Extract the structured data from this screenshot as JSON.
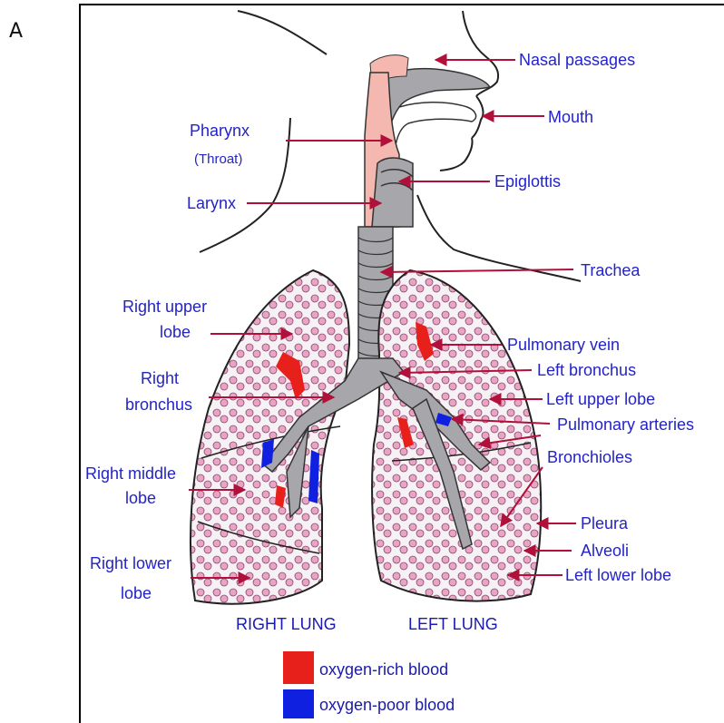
{
  "panel_letter": "A",
  "labels": {
    "nasal_passages": "Nasal passages",
    "mouth": "Mouth",
    "pharynx": "Pharynx",
    "throat": "(Throat)",
    "epiglottis": "Epiglottis",
    "larynx": "Larynx",
    "trachea": "Trachea",
    "right_upper_lobe_1": "Right upper",
    "right_upper_lobe_2": "lobe",
    "right_bronchus_1": "Right",
    "right_bronchus_2": "bronchus",
    "right_middle_lobe_1": "Right middle",
    "right_middle_lobe_2": "lobe",
    "right_lower_lobe_1": "Right lower",
    "right_lower_lobe_2": "lobe",
    "pulmonary_vein": "Pulmonary vein",
    "left_bronchus": "Left bronchus",
    "left_upper_lobe": "Left upper lobe",
    "pulmonary_arteries": "Pulmonary arteries",
    "bronchioles": "Bronchioles",
    "pleura": "Pleura",
    "alveoli": "Alveoli",
    "left_lower_lobe": "Left lower lobe",
    "right_lung": "RIGHT LUNG",
    "left_lung": "LEFT LUNG"
  },
  "legend": {
    "items": [
      {
        "label": "oxygen-rich blood",
        "color": "#e8201c"
      },
      {
        "label": "oxygen-poor blood",
        "color": "#1020e0"
      }
    ]
  },
  "colors": {
    "label_text": "#2323c8",
    "leader_line": "#b0103a",
    "oxygen_rich": "#e8201c",
    "oxygen_poor": "#1020e0",
    "alveoli_pink": "#e9a3c4",
    "airway_gray": "#a7a7ab",
    "throat_pink": "#f4b8b0"
  }
}
